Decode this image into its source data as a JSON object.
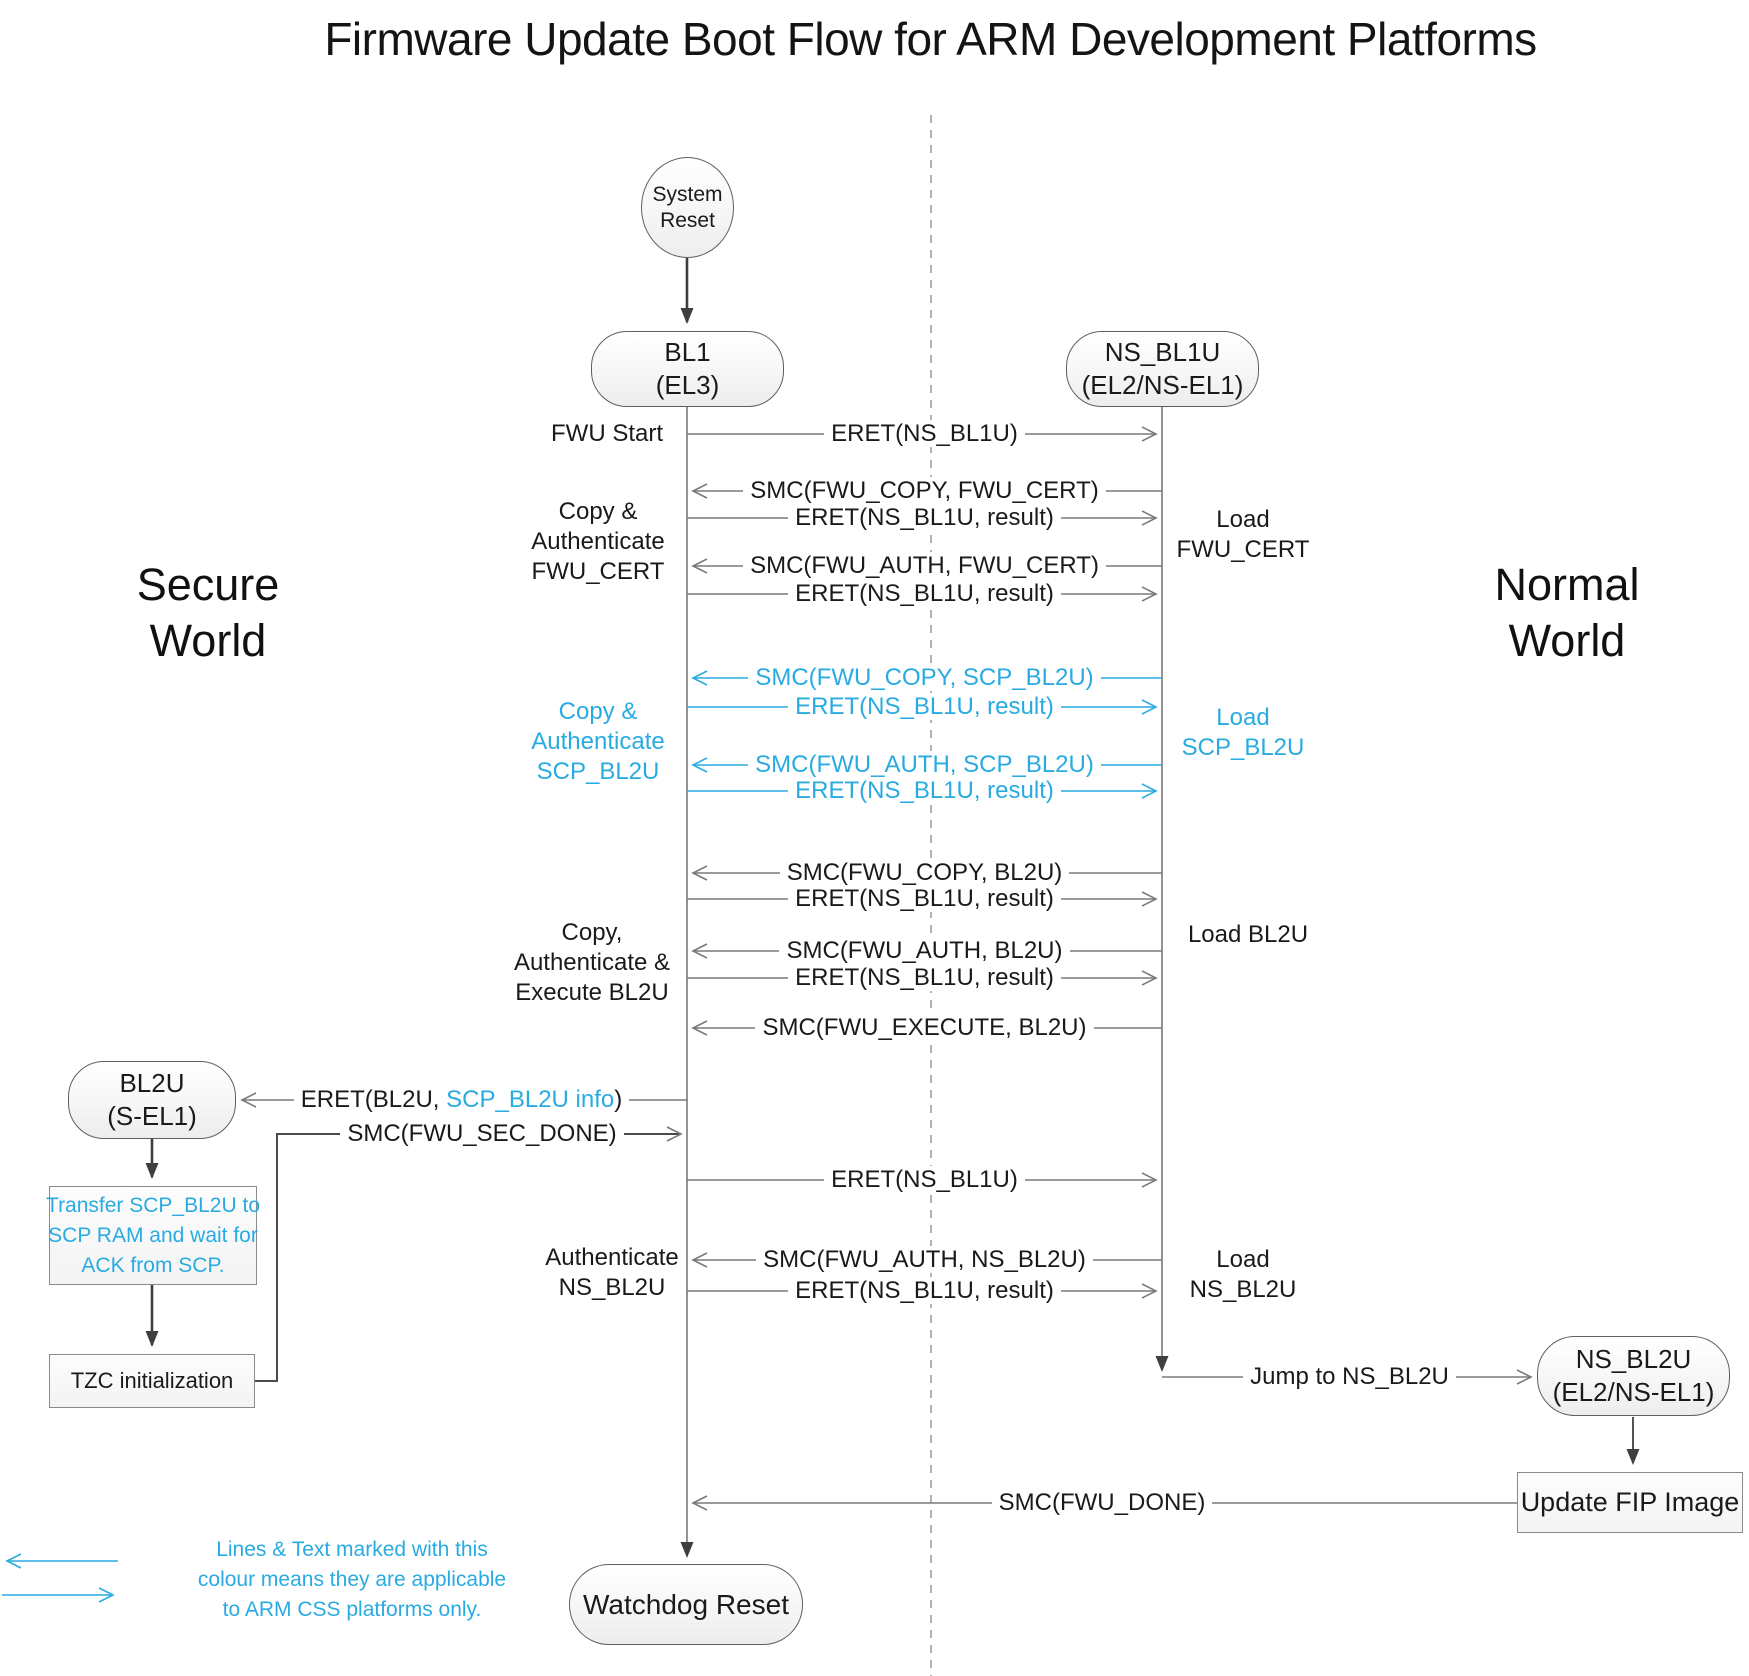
{
  "title": "Firmware Update Boot Flow for ARM Development Platforms",
  "worlds": {
    "secure_line1": "Secure",
    "secure_line2": "World",
    "normal_line1": "Normal",
    "normal_line2": "World"
  },
  "nodes": {
    "system_reset": {
      "line1": "System",
      "line2": "Reset"
    },
    "bl1": {
      "line1": "BL1",
      "line2": "(EL3)"
    },
    "ns_bl1u": {
      "line1": "NS_BL1U",
      "line2": "(EL2/NS-EL1)"
    },
    "bl2u": {
      "line1": "BL2U",
      "line2": "(S-EL1)"
    },
    "ns_bl2u": {
      "line1": "NS_BL2U",
      "line2": "(EL2/NS-EL1)"
    },
    "transfer_scp": {
      "line1": "Transfer SCP_BL2U to",
      "line2": "SCP RAM and wait for",
      "line3": "ACK from SCP."
    },
    "tzc": {
      "label": "TZC initialization"
    },
    "update_fip": {
      "label": "Update FIP Image"
    },
    "watchdog": {
      "label": "Watchdog Reset"
    }
  },
  "messages": {
    "m1": {
      "label": "ERET(NS_BL1U)"
    },
    "m2": {
      "label": "SMC(FWU_COPY, FWU_CERT)"
    },
    "m3": {
      "label": "ERET(NS_BL1U, result)"
    },
    "m4": {
      "label": "SMC(FWU_AUTH, FWU_CERT)"
    },
    "m5": {
      "label": "ERET(NS_BL1U, result)"
    },
    "m6": {
      "label": "SMC(FWU_COPY, SCP_BL2U)"
    },
    "m7": {
      "label": "ERET(NS_BL1U, result)"
    },
    "m8": {
      "label": "SMC(FWU_AUTH, SCP_BL2U)"
    },
    "m9": {
      "label": "ERET(NS_BL1U, result)"
    },
    "m10": {
      "label": "SMC(FWU_COPY, BL2U)"
    },
    "m11": {
      "label": "ERET(NS_BL1U, result)"
    },
    "m12": {
      "label": "SMC(FWU_AUTH, BL2U)"
    },
    "m13": {
      "label": "ERET(NS_BL1U, result)"
    },
    "m14": {
      "label": "SMC(FWU_EXECUTE, BL2U)"
    },
    "m15": {
      "pre": "ERET(BL2U, ",
      "highlight": "SCP_BL2U info",
      "post": ")"
    },
    "m16": {
      "label": "SMC(FWU_SEC_DONE)"
    },
    "m17": {
      "label": "ERET(NS_BL1U)"
    },
    "m18": {
      "label": "SMC(FWU_AUTH, NS_BL2U)"
    },
    "m19": {
      "label": "ERET(NS_BL1U, result)"
    },
    "m20": {
      "label": "Jump to NS_BL2U"
    },
    "m21": {
      "label": "SMC(FWU_DONE)"
    }
  },
  "annotations": {
    "fwu_start": "FWU Start",
    "copy_auth_fwu_cert": {
      "line1": "Copy &",
      "line2": "Authenticate",
      "line3": "FWU_CERT"
    },
    "load_fwu_cert": {
      "line1": "Load",
      "line2": "FWU_CERT"
    },
    "copy_auth_scp_bl2u": {
      "line1": "Copy &",
      "line2": "Authenticate",
      "line3": "SCP_BL2U"
    },
    "load_scp_bl2u": {
      "line1": "Load",
      "line2": "SCP_BL2U"
    },
    "copy_auth_exec_bl2u": {
      "line1": "Copy,",
      "line2": "Authenticate &",
      "line3": "Execute BL2U"
    },
    "load_bl2u": "Load BL2U",
    "auth_ns_bl2u": {
      "line1": "Authenticate",
      "line2": "NS_BL2U"
    },
    "load_ns_bl2u": {
      "line1": "Load",
      "line2": "NS_BL2U"
    }
  },
  "legend": {
    "line1": "Lines & Text marked with this",
    "line2": "colour means they are applicable",
    "line3": "to ARM CSS platforms only."
  },
  "colors": {
    "accent_blue": "#29ABE2",
    "line_gray": "#7a7a7a",
    "dark_arrow": "#3f3f3f",
    "text": "#1a1a1a"
  }
}
